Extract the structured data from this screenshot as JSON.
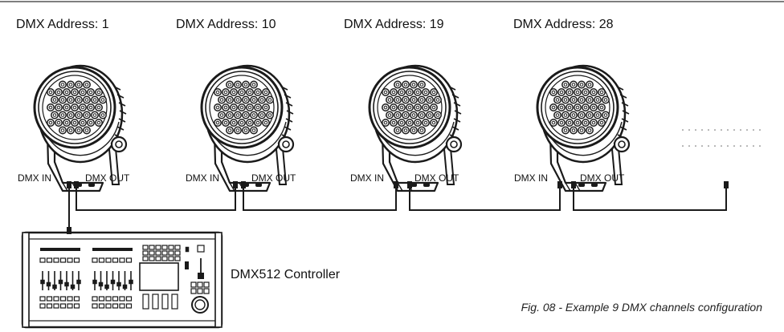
{
  "fixtures": [
    {
      "address": "DMX Address: 1",
      "in_label": "DMX IN",
      "out_label": "DMX OUT"
    },
    {
      "address": "DMX Address: 10",
      "in_label": "DMX IN",
      "out_label": "DMX OUT"
    },
    {
      "address": "DMX Address: 19",
      "in_label": "DMX IN",
      "out_label": "DMX OUT"
    },
    {
      "address": "DMX Address: 28",
      "in_label": "DMX IN",
      "out_label": "DMX OUT"
    }
  ],
  "controller": {
    "label": "DMX512 Controller"
  },
  "caption": "Fig. 08 - Example 9 DMX channels configuration",
  "colors": {
    "line": "#1a1a1a",
    "lens": "#1a1a1a"
  }
}
